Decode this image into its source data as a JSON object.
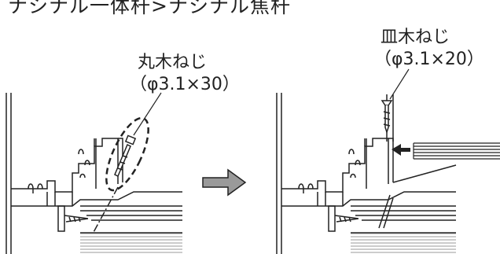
{
  "heading": "ナシナル一体杆>ナシナル焦杆",
  "left_panel": {
    "screw_name": "丸木ねじ",
    "screw_spec": "（φ3.1×30）"
  },
  "right_panel": {
    "screw_name": "皿木ねじ",
    "screw_spec": "（φ3.1×20）"
  },
  "colors": {
    "line": "#222222",
    "arrow_fill": "#9a9a9a",
    "shade": "#cfcfcf"
  }
}
